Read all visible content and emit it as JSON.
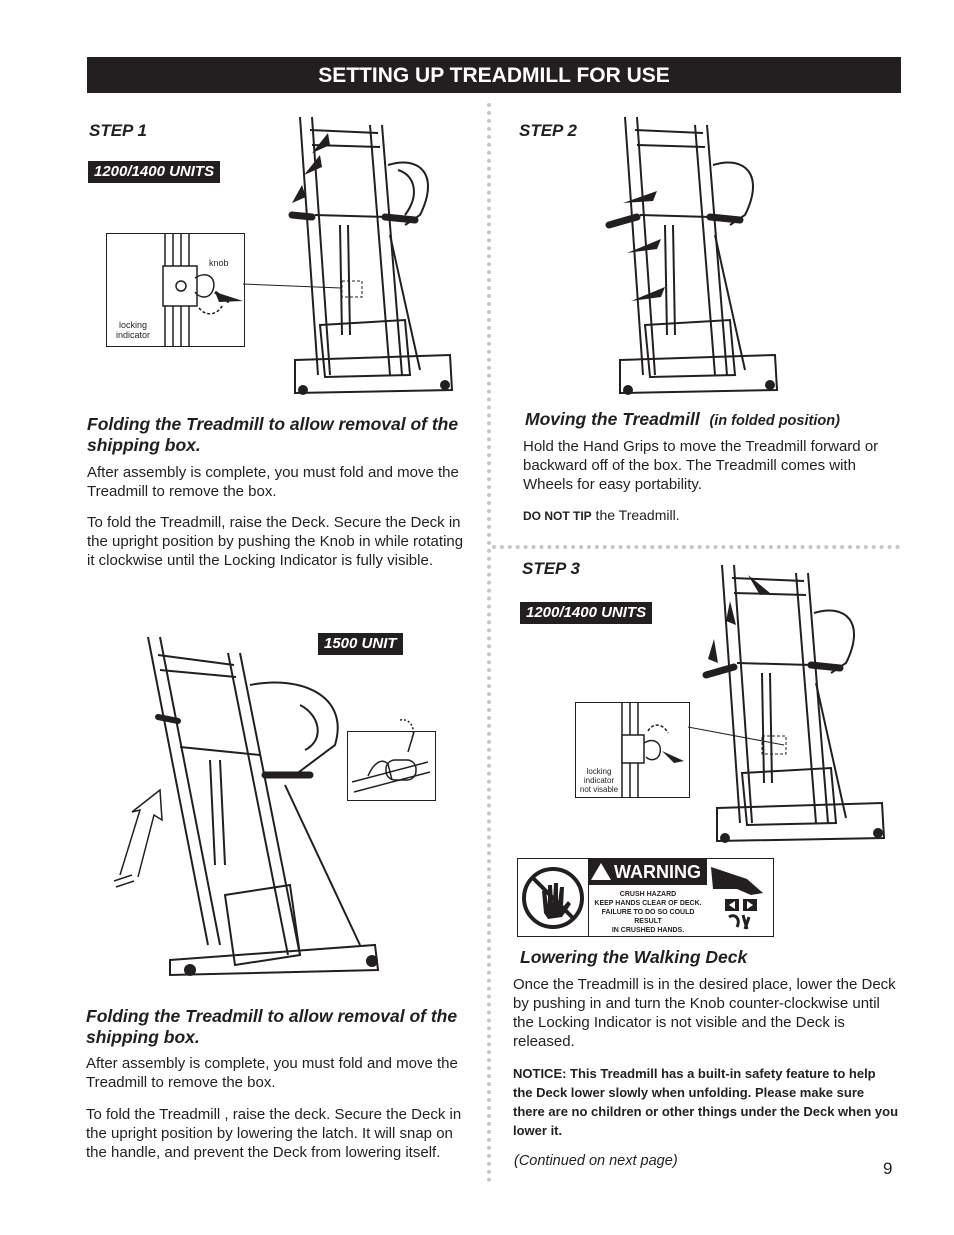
{
  "page": {
    "title": "SETTING UP TREADMILL FOR USE",
    "page_number": "9",
    "continued": "(Continued on next page)"
  },
  "step1": {
    "label": "STEP 1",
    "units_tag": "1200/1400 UNITS",
    "knob_label": "knob",
    "locking_label_1": "locking",
    "locking_label_2": "indicator",
    "heading": "Folding the Treadmill to allow removal of the shipping box.",
    "para1": "After assembly is complete, you must fold and move the Treadmill to remove the box.",
    "para2": "To fold the Treadmill, raise the Deck. Secure the Deck in the upright position by pushing the Knob in while rotating it clockwise until the Locking Indicator is fully visible."
  },
  "unit1500": {
    "tag": "1500 UNIT",
    "heading": "Folding the Treadmill to allow removal of the shipping box.",
    "para1": "After assembly is complete, you must fold and move the Treadmill to remove the box.",
    "para2": "To fold the Treadmill , raise the deck. Secure the Deck in the upright position by lowering the latch. It will snap on the handle, and prevent the Deck from lowering itself."
  },
  "step2": {
    "label": "STEP 2",
    "heading": "Moving the Treadmill",
    "heading_note": "(in folded position)",
    "para1": "Hold the Hand Grips to move the Treadmill forward or backward off of the box. The Treadmill comes with Wheels for easy portability.",
    "warn_bold": "DO NOT TIP",
    "warn_rest": " the Treadmill."
  },
  "step3": {
    "label": "STEP 3",
    "units_tag": "1200/1400 UNITS",
    "locking_label_1": "locking",
    "locking_label_2": "indicator",
    "locking_label_3": "not visable",
    "warning_title": "WARNING",
    "warning_line1": "CRUSH HAZARD",
    "warning_line2": "KEEP HANDS CLEAR OF DECK.",
    "warning_line3": "FAILURE TO DO SO COULD RESULT",
    "warning_line4": "IN CRUSHED HANDS.",
    "heading": "Lowering the Walking Deck",
    "para1": "Once the Treadmill is in the desired place, lower the Deck by pushing in and turn the Knob counter-clockwise until the Locking Indicator is not visible and the Deck is released.",
    "notice": "NOTICE: This Treadmill has a built-in safety feature to help the Deck lower slowly when unfolding. Please make sure there are no children or other things under the Deck when you lower it."
  },
  "colors": {
    "ink": "#231f20",
    "dots": "#c6c6c6",
    "paper": "#ffffff"
  }
}
